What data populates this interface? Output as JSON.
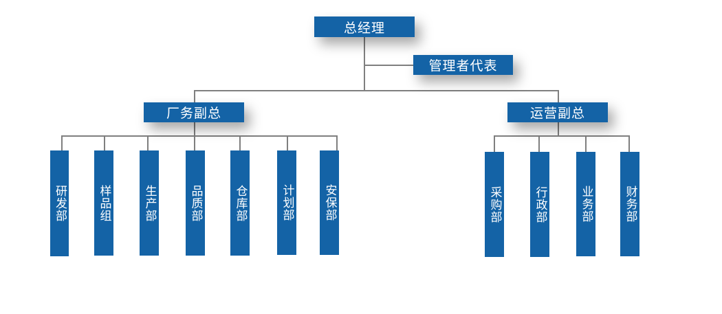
{
  "org": {
    "ceo": "总经理",
    "mgmt_rep": "管理者代表",
    "factory_vp": "厂务副总",
    "ops_vp": "运营副总",
    "factory_depts": [
      "研发部",
      "样品组",
      "生产部",
      "品质部",
      "仓库部",
      "计划部",
      "安保部"
    ],
    "ops_depts": [
      "采购部",
      "行政部",
      "业务部",
      "财务部"
    ]
  },
  "colors": {
    "box": "#1463a6",
    "line": "#7f7f7f"
  }
}
